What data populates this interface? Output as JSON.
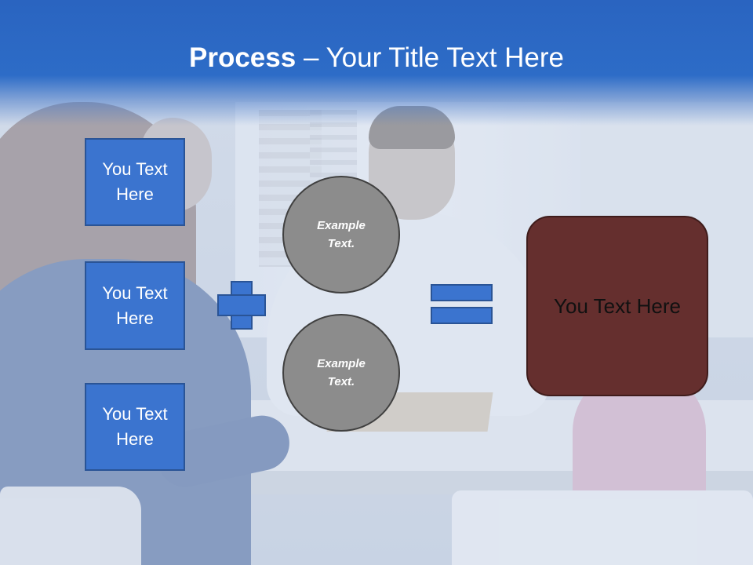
{
  "slide": {
    "title_bold": "Process",
    "title_rest": " – Your Title Text Here"
  },
  "inputs": [
    {
      "text": "You Text Here"
    },
    {
      "text": "You Text Here"
    },
    {
      "text": "You Text Here"
    }
  ],
  "operators": {
    "plus": "plus-icon",
    "equals": "equals-icon"
  },
  "examples": [
    {
      "text": "Example Text."
    },
    {
      "text": "Example Text."
    }
  ],
  "result": {
    "text": "You Text Here"
  },
  "colors": {
    "header": "#2d6cc7",
    "box_fill": "#3b74cf",
    "box_border": "#2a5496",
    "circle_fill": "#8c8c8c",
    "result_fill": "#652f2e"
  }
}
